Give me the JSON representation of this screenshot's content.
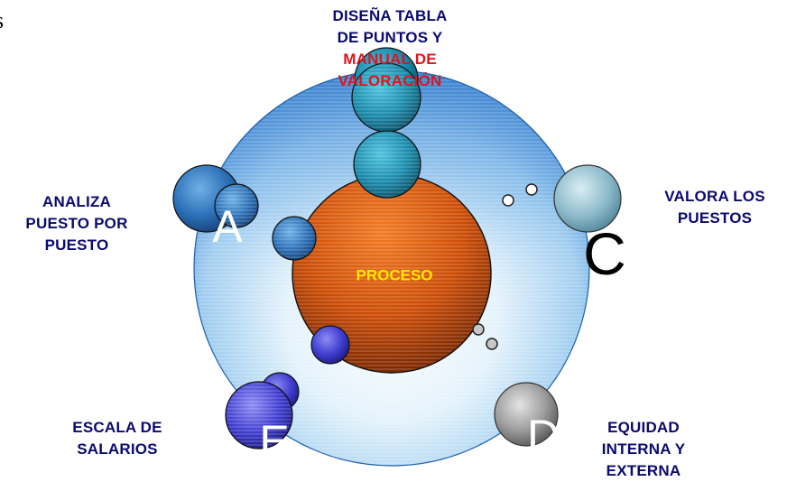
{
  "center": {
    "label": "PROCESO"
  },
  "steps": [
    {
      "id": "step-b",
      "lines": [
        "DISEÑA TABLA",
        "DE PUNTOS Y"
      ],
      "highlight_lines": [
        "MANUAL DE",
        "VALORACIÓN"
      ]
    },
    {
      "id": "step-a",
      "letter": "A",
      "lines": [
        "ANALIZA",
        "PUESTO POR",
        "PUESTO"
      ]
    },
    {
      "id": "step-c",
      "letter": "C",
      "lines": [
        "VALORA LOS",
        "PUESTOS"
      ]
    },
    {
      "id": "step-d",
      "letter": "D",
      "lines": [
        "EQUIDAD",
        "INTERNA Y",
        "EXTERNA"
      ]
    },
    {
      "id": "step-e",
      "letter": "E",
      "lines": [
        "ESCALA DE",
        "SALARIOS"
      ]
    }
  ],
  "edge_text": "s",
  "colors": {
    "label_text": "#0a0a6e",
    "highlight_text": "#e0141e",
    "center_fill": "#c84a06",
    "center_text": "#ffe800",
    "outer_ring": "#4d8fd6"
  }
}
